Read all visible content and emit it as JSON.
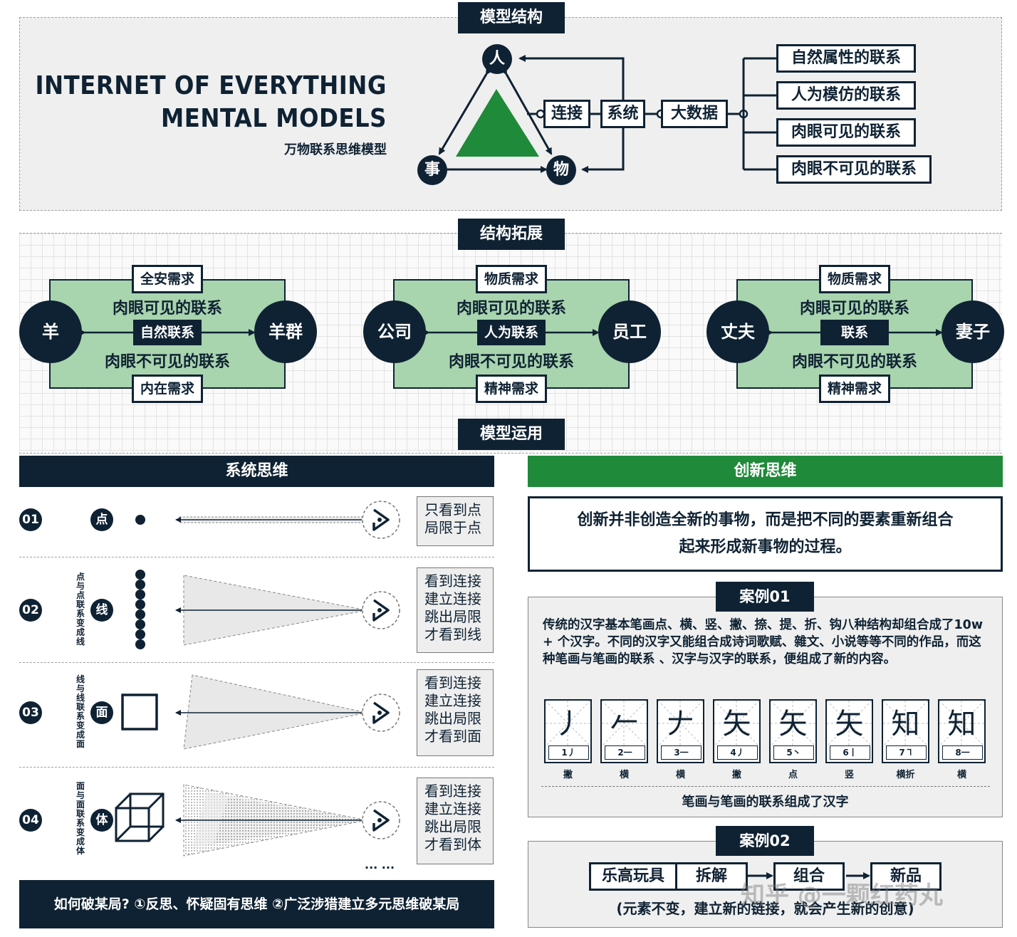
{
  "tags": {
    "model_structure": "模型结构",
    "structure_ext": "结构拓展",
    "model_apply": "模型运用"
  },
  "title": {
    "line1": "INTERNET OF EVERYTHING",
    "line2": "MENTAL MODELS",
    "subtitle": "万物联系思维模型"
  },
  "triangle": {
    "top": "人",
    "left": "事",
    "right": "物"
  },
  "flow": {
    "connect": "连接",
    "system": "系统",
    "bigdata": "大数据"
  },
  "relations": [
    "自然属性的联系",
    "人为模仿的联系",
    "肉眼可见的联系",
    "肉眼不可见的联系"
  ],
  "expansions": [
    {
      "left": "羊",
      "right": "羊群",
      "top_tag": "全安需求",
      "center": "自然联系",
      "bottom_tag": "内在需求",
      "visible": "肉眼可见的联系",
      "invisible": "肉眼不可见的联系"
    },
    {
      "left": "公司",
      "right": "员工",
      "top_tag": "物质需求",
      "center": "人为联系",
      "bottom_tag": "精神需求",
      "visible": "肉眼可见的联系",
      "invisible": "肉眼不可见的联系"
    },
    {
      "left": "丈夫",
      "right": "妻子",
      "top_tag": "物质需求",
      "center": "联系",
      "bottom_tag": "精神需求",
      "visible": "肉眼可见的联系",
      "invisible": "肉眼不可见的联系"
    }
  ],
  "system": {
    "header": "系统思维",
    "rows": [
      {
        "num": "01",
        "shape": "点",
        "side": "",
        "box": [
          "只看到点",
          "局限于点"
        ]
      },
      {
        "num": "02",
        "shape": "线",
        "side": "点与点联系变成线",
        "box": [
          "看到连接",
          "建立连接",
          "跳出局限",
          "才看到线"
        ]
      },
      {
        "num": "03",
        "shape": "面",
        "side": "线与线联系变成面",
        "box": [
          "看到连接",
          "建立连接",
          "跳出局限",
          "才看到面"
        ]
      },
      {
        "num": "04",
        "shape": "体",
        "side": "面与面联系变成体",
        "box": [
          "看到连接",
          "建立连接",
          "跳出局限",
          "才看到体"
        ]
      }
    ],
    "ellipsis": "... ...",
    "footer": "如何破某局? ①反思、怀疑固有思维 ②广泛涉猎建立多元思维破某局"
  },
  "innovation": {
    "header": "创新思维",
    "statement_l1": "创新并非创造全新的事物，而是把不同的要素重新组合",
    "statement_l2": "起来形成新事物的过程。",
    "case1": {
      "tag": "案例01",
      "text": "传统的汉字基本笔画点、横、竖、撇、捺、提、折、钩八种结构却组合成了10w+ 个汉字。不同的汉字又能组合成诗词歌赋、雜文、小说等等不同的作品，而这种笔画与笔画的联系 、汉字与汉字的联系，便组成了新的内容。",
      "cells": [
        {
          "ch": "丿",
          "stroke": "1丿",
          "label": "撇"
        },
        {
          "ch": "𠂉",
          "stroke": "2一",
          "label": "横"
        },
        {
          "ch": "𠂇",
          "stroke": "3一",
          "label": "横"
        },
        {
          "ch": "矢",
          "stroke": "4丿",
          "label": "撇"
        },
        {
          "ch": "矢",
          "stroke": "5丶",
          "label": "点"
        },
        {
          "ch": "矢",
          "stroke": "6丨",
          "label": "竖"
        },
        {
          "ch": "知",
          "stroke": "7㇕",
          "label": "横折"
        },
        {
          "ch": "知",
          "stroke": "8一",
          "label": "横"
        }
      ],
      "caption": "笔画与笔画的联系组成了汉字"
    },
    "case2": {
      "tag": "案例02",
      "steps": [
        "乐高玩具",
        "拆解",
        "组合",
        "新品"
      ],
      "note": "(元素不变，建立新的链接，就会产生新的创意)"
    }
  },
  "watermark": "知乎 @一颗红药丸",
  "colors": {
    "navy": "#0f2233",
    "green": "#1f8a3a",
    "light_green": "#a8d4ae"
  }
}
